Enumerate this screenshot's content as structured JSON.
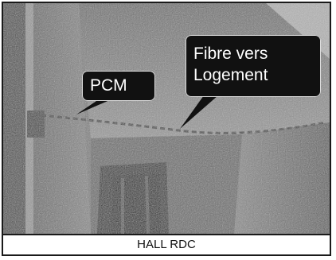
{
  "photo": {
    "callouts": {
      "pcm": "PCM",
      "fibre_line1": "Fibre vers",
      "fibre_line2": "Logement"
    },
    "caption": "HALL RDC"
  },
  "colors": {
    "frame": "#1a1a1a",
    "callout_bg": "#111111",
    "callout_text": "#ffffff",
    "caption_bg": "#ffffff"
  }
}
